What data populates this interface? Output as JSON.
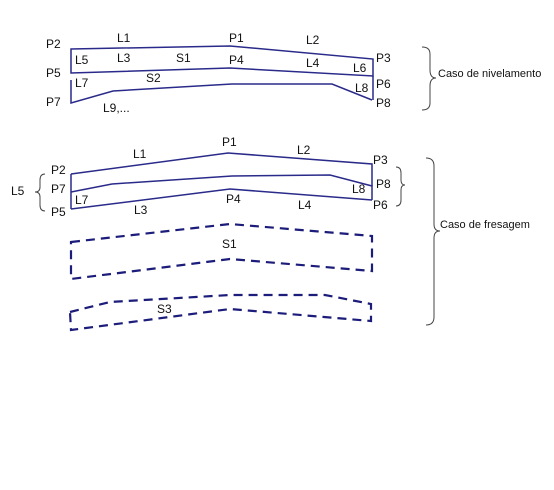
{
  "diagram": {
    "leveling": {
      "caption": "Caso de nivelamento",
      "points": {
        "p1": "P1",
        "p2": "P2",
        "p3": "P3",
        "p4": "P4",
        "p5": "P5",
        "p6": "P6",
        "p7": "P7",
        "p8": "P8"
      },
      "lines": {
        "l1": "L1",
        "l2": "L2",
        "l3": "L3",
        "l4": "L4",
        "l5": "L5",
        "l6": "L6",
        "l7": "L7",
        "l8": "L8",
        "l9": "L9,..."
      },
      "surfaces": {
        "s1": "S1",
        "s2": "S2"
      }
    },
    "milling": {
      "caption": "Caso de fresagem",
      "points": {
        "p1": "P1",
        "p2": "P2",
        "p3": "P3",
        "p4": "P4",
        "p5": "P5",
        "p6": "P6",
        "p7": "P7",
        "p8": "P8"
      },
      "lines": {
        "l1": "L1",
        "l2": "L2",
        "l3": "L3",
        "l4": "L4",
        "l5": "L5",
        "l7": "L7",
        "l8": "L8"
      },
      "surfaces": {
        "s1": "S1",
        "s3": "S3"
      }
    },
    "colors": {
      "stroke": "#2a2a8a",
      "dashed": "#1c1c7a",
      "brace": "#444444",
      "text": "#111111"
    }
  }
}
